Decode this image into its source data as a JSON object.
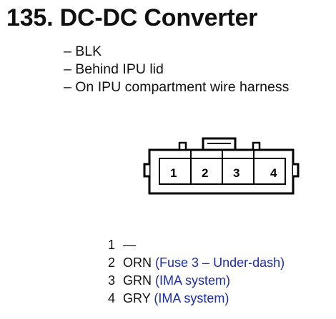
{
  "header": {
    "title": "135. DC-DC Converter"
  },
  "notes": [
    "– BLK",
    "– Behind IPU lid",
    "– On IPU compartment wire harness"
  ],
  "connector": {
    "cavities": [
      "1",
      "2",
      "3",
      "4"
    ]
  },
  "pins": [
    {
      "number": "1",
      "wire": "—",
      "desc": ""
    },
    {
      "number": "2",
      "wire": "ORN",
      "desc": "(Fuse 3 – Under-dash)"
    },
    {
      "number": "3",
      "wire": "GRN",
      "desc": "(IMA system)"
    },
    {
      "number": "4",
      "wire": "GRY",
      "desc": "(IMA system)"
    }
  ],
  "colors": {
    "text": "#111111",
    "description": "#1d2f9e",
    "line": "#000000"
  }
}
